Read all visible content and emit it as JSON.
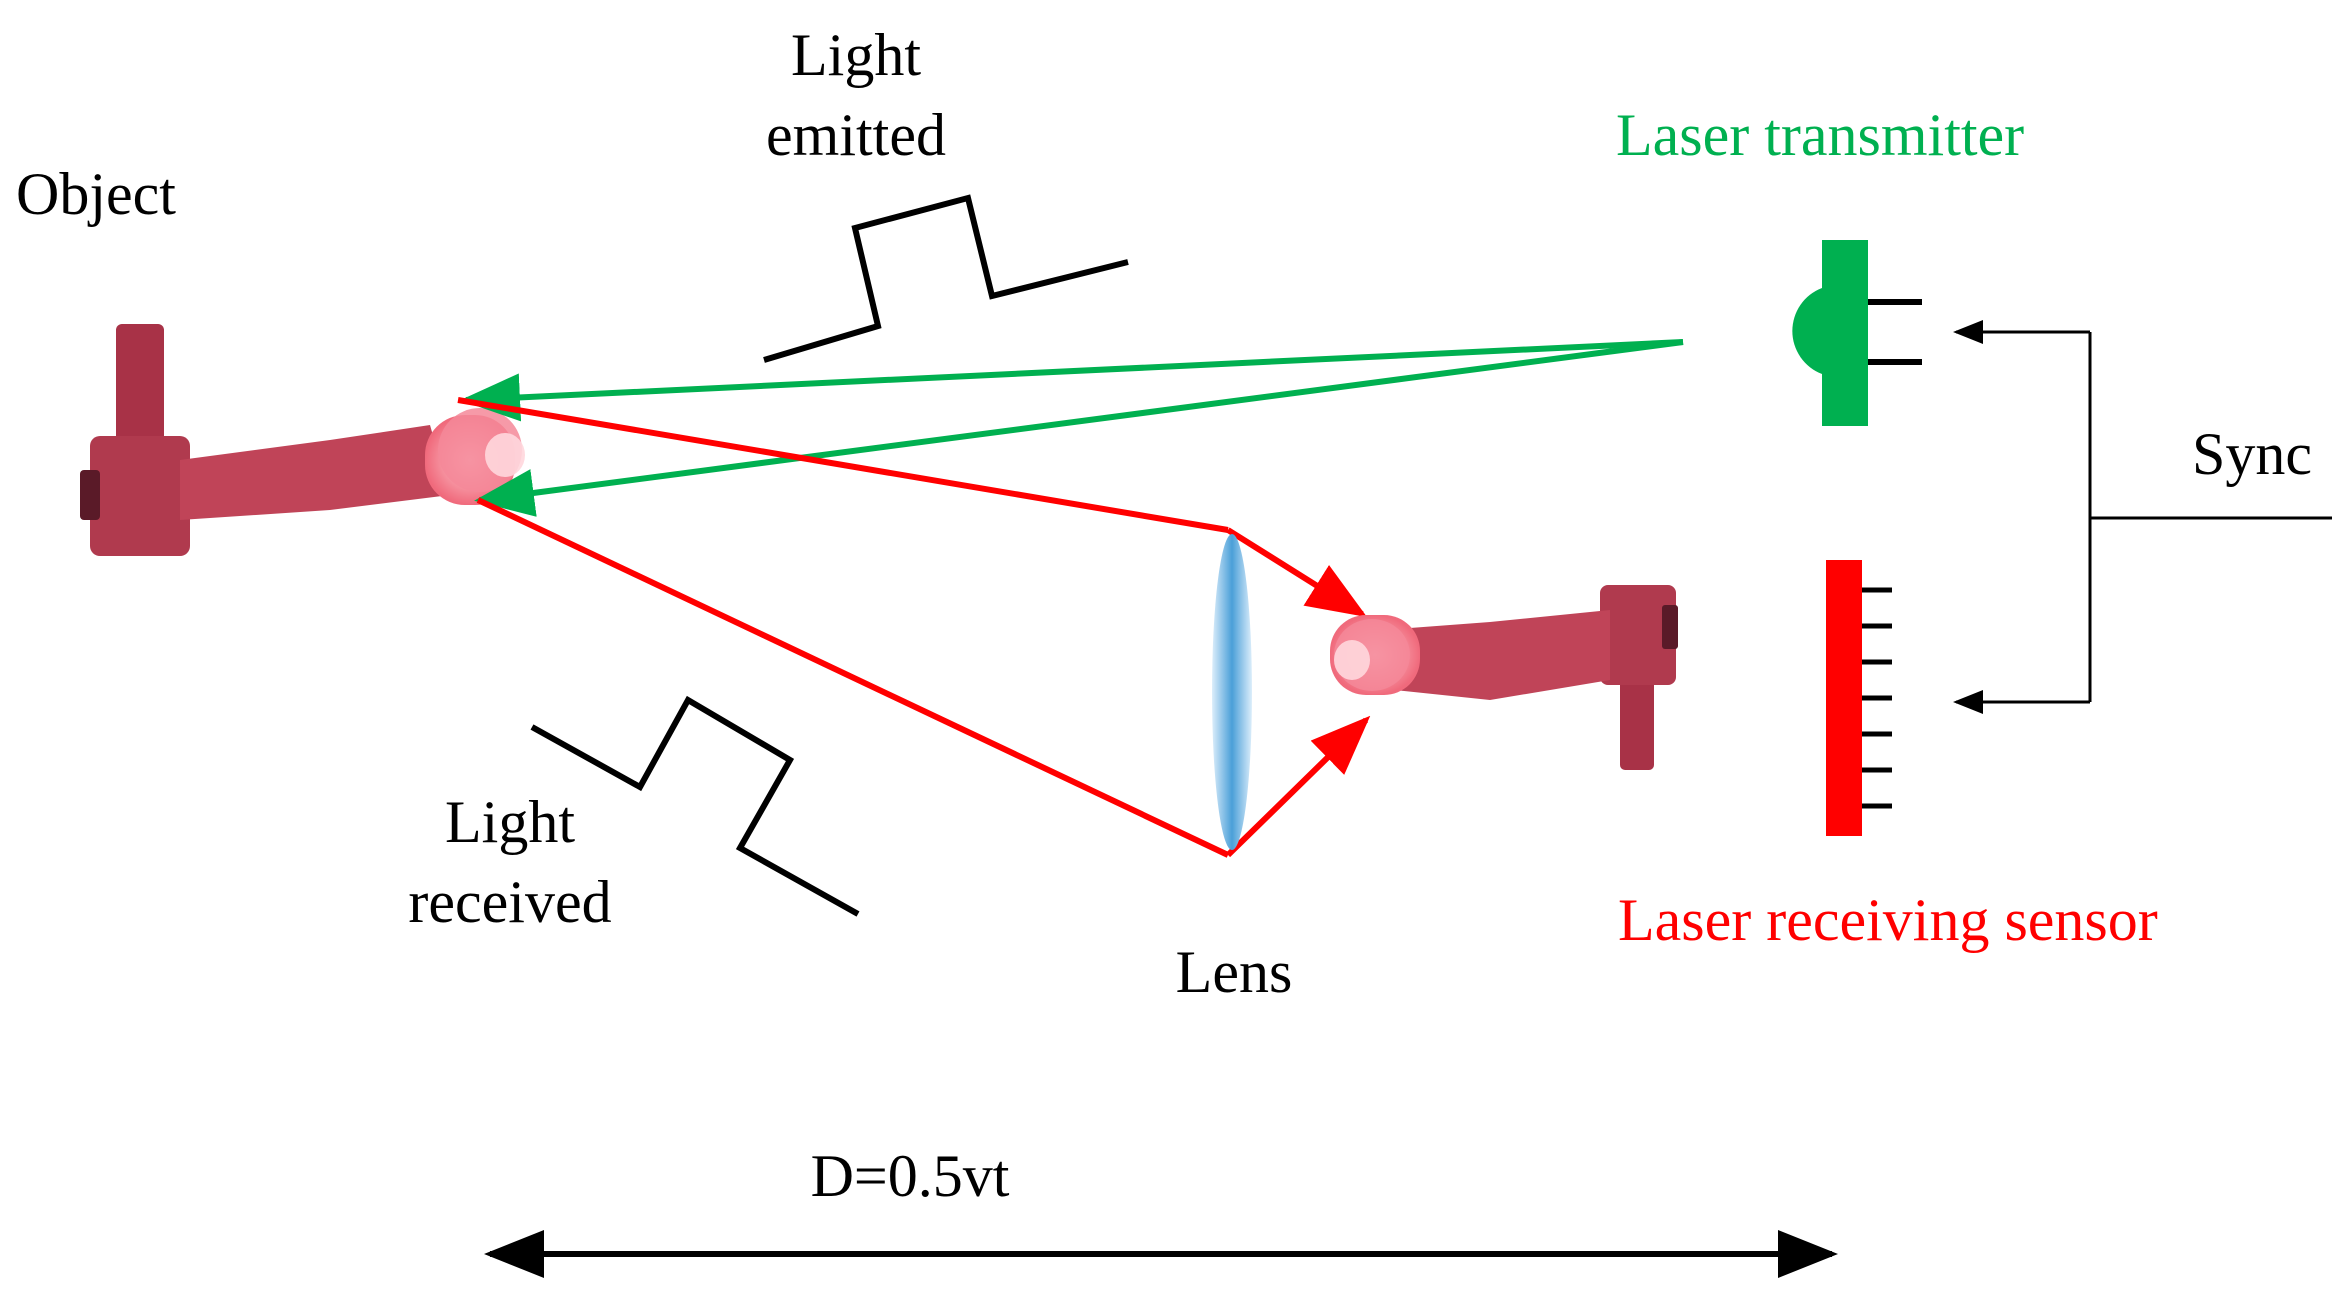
{
  "labels": {
    "object": "Object",
    "light_emitted_line1": "Light",
    "light_emitted_line2": "emitted",
    "light_received_line1": "Light",
    "light_received_line2": "received",
    "laser_transmitter": "Laser transmitter",
    "laser_receiving_sensor": "Laser receiving sensor",
    "sync": "Sync",
    "lens": "Lens",
    "distance_formula": "D=0.5vt"
  },
  "colors": {
    "emitted_ray": "#00b050",
    "received_ray": "#ff0000",
    "transmitter": "#00b050",
    "sensor": "#ff0000",
    "object": "#b03a4e",
    "lens": "#4a9fd8",
    "line": "#000000"
  },
  "icons": {
    "object": "pipe-fitting-object",
    "image": "inverted-object-image",
    "transmitter": "laser-diode-icon",
    "sensor": "sensor-array-icon",
    "lens": "convex-lens-icon"
  }
}
